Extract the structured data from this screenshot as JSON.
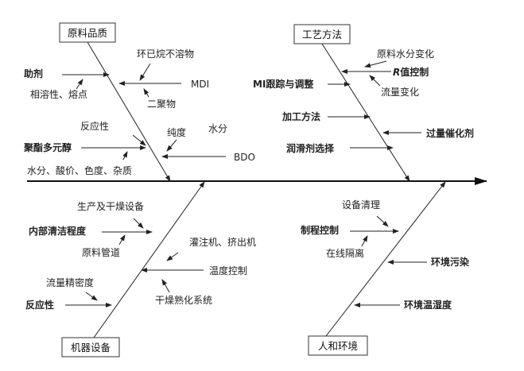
{
  "categories": {
    "materials": "原料品质",
    "process": "工艺方法",
    "equipment": "机器设备",
    "environment": "人和环境"
  },
  "materials": {
    "additive": "助剂",
    "compatibility": "相溶性、熔点",
    "insoluble": "环已烷不溶物",
    "mdi": "MDI",
    "dimer": "二聚物",
    "reactivity": "反应性",
    "polyester": "聚酯多元醇",
    "purity": "纯度",
    "water": "水分",
    "bdo": "BDO",
    "quality": "水分、酸价、色度、杂质"
  },
  "process": {
    "moisture_change": "原料水分变化",
    "r_italic": "R",
    "r_control": "值控制",
    "mi_tracking": "MI跟踪与调整",
    "flow_change": "流量变化",
    "processing": "加工方法",
    "catalyst": "过量催化剂",
    "lubricant": "润滑剂选择"
  },
  "equipment": {
    "production_dryer": "生产及干燥设备",
    "cleanliness": "内部清洁程度",
    "pipes": "原料管道",
    "injection": "灌注机、挤出机",
    "temp_control": "温度控制",
    "flow_precision": "流量精密度",
    "reactivity": "反应性",
    "drying_system": "干燥熟化系统"
  },
  "environment": {
    "cleaning": "设备清理",
    "process_control": "制程控制",
    "online_isolation": "在线隔离",
    "pollution": "环境污染",
    "temp_humidity": "环境温湿度"
  }
}
